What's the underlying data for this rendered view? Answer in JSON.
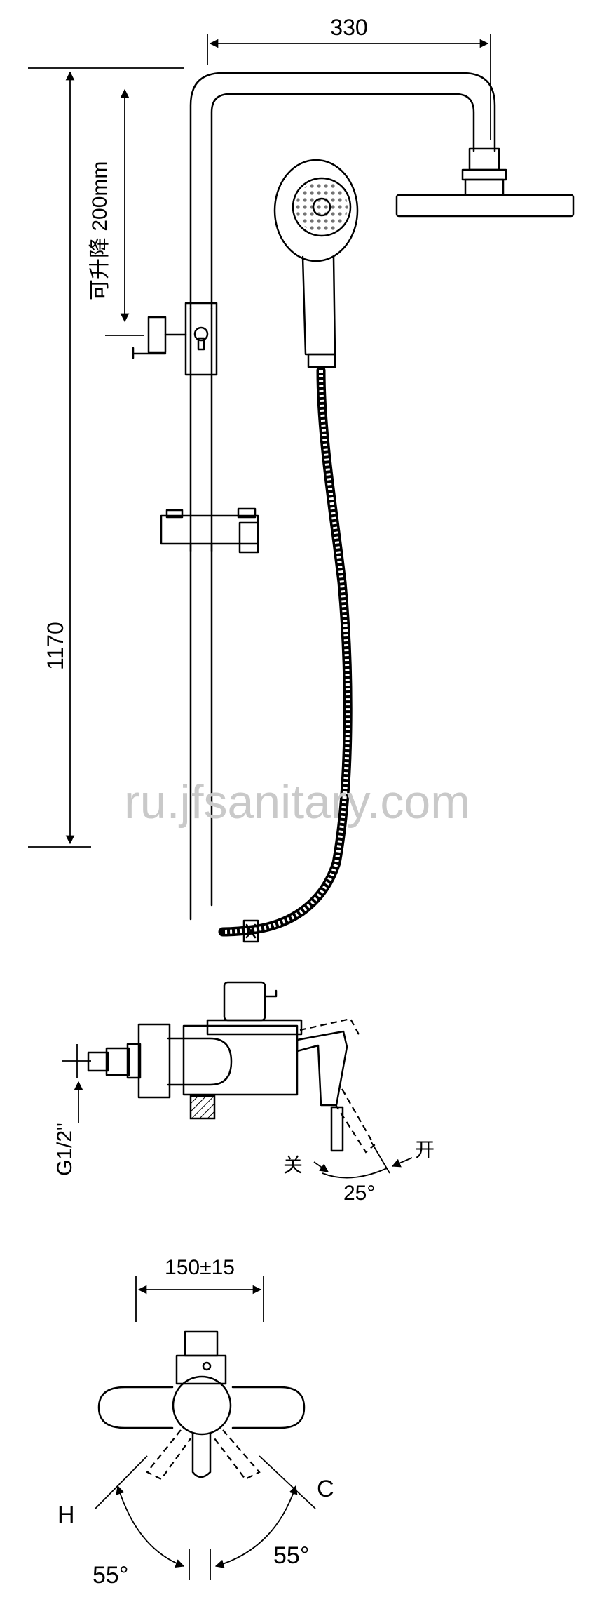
{
  "watermark": "ru.jfsanitary.com",
  "dimensions": {
    "top_width": "330",
    "height_adjust": "可升降 200mm",
    "total_height": "1170",
    "inlet_thread": "G1/2\"",
    "inlet_spacing": "150±15"
  },
  "handle": {
    "closed": "关",
    "open": "开",
    "angle": "25°"
  },
  "mixer": {
    "hot": "H",
    "cold": "C",
    "left_angle": "55°",
    "right_angle": "55°"
  }
}
